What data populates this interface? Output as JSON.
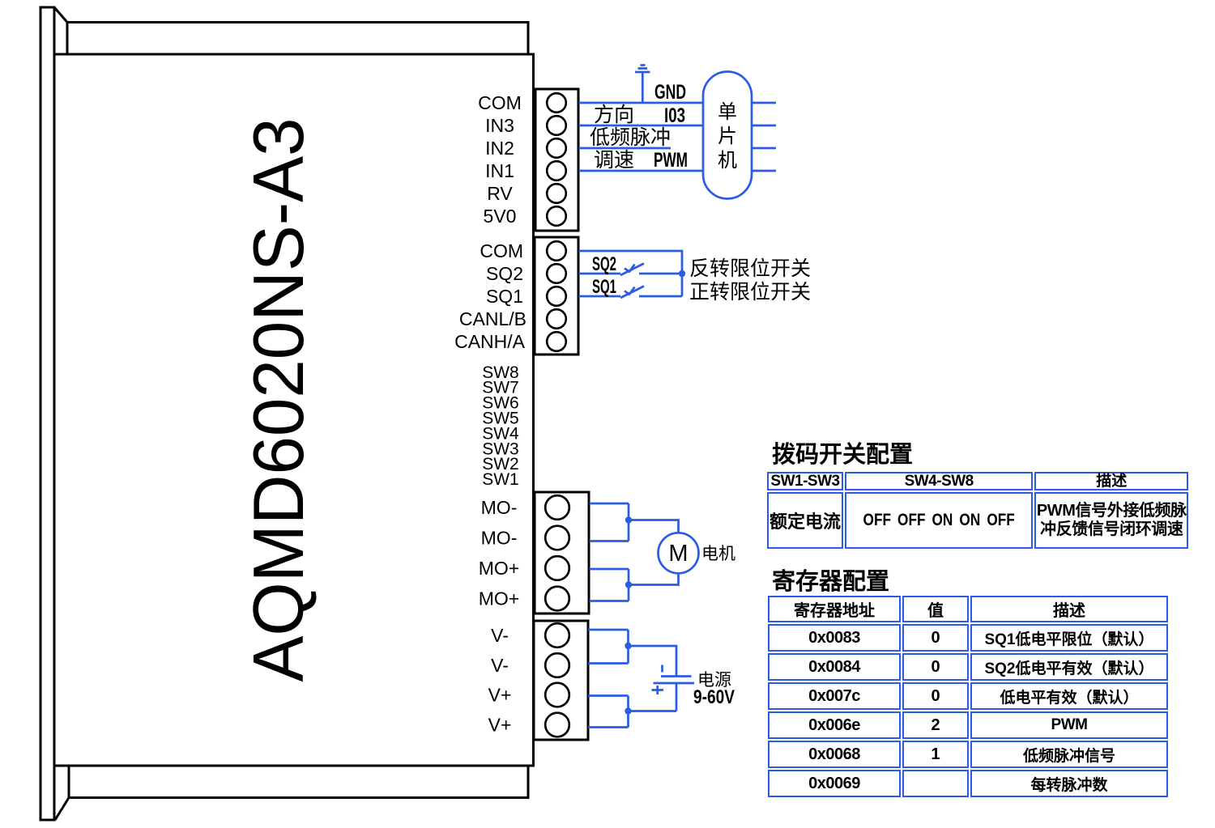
{
  "device": {
    "model": "AQMD6020NS-A3"
  },
  "terminals": {
    "group1": [
      "COM",
      "IN3",
      "IN2",
      "IN1",
      "RV",
      "5V0"
    ],
    "group2": [
      "COM",
      "SQ2",
      "SQ1",
      "CANL/B",
      "CANH/A"
    ],
    "dip": [
      "SW8",
      "SW7",
      "SW6",
      "SW5",
      "SW4",
      "SW3",
      "SW2",
      "SW1"
    ],
    "group3": [
      "MO-",
      "MO-",
      "MO+",
      "MO+"
    ],
    "group4": [
      "V-",
      "V-",
      "V+",
      "V+"
    ]
  },
  "mcu": {
    "chars": [
      "单",
      "片",
      "机"
    ],
    "pin_gnd": "GND",
    "pin_io3": "I03",
    "pin_pwm": "PWM"
  },
  "signals": {
    "direction": "方向",
    "low_freq_pulse": "低频脉冲",
    "speed": "调速"
  },
  "switches": {
    "sq2": "SQ2",
    "sq1": "SQ1",
    "reverse_limit": "反转限位开关",
    "forward_limit": "正转限位开关"
  },
  "motor": {
    "symbol": "M",
    "label": "电机"
  },
  "power": {
    "label": "电源",
    "range": "9-60V",
    "plus": "+",
    "minus": "-"
  },
  "dip_table": {
    "title": "拨码开关配置",
    "headers": [
      "SW1-SW3",
      "SW4-SW8",
      "描述"
    ],
    "rows": [
      [
        "额定电流",
        "OFF OFF ON ON OFF",
        "PWM信号外接低频脉冲反馈信号闭环调速"
      ]
    ]
  },
  "reg_table": {
    "title": "寄存器配置",
    "headers": [
      "寄存器地址",
      "值",
      "描述"
    ],
    "rows": [
      [
        "0x0083",
        "0",
        "SQ1低电平限位（默认）"
      ],
      [
        "0x0084",
        "0",
        "SQ2低电平有效（默认）"
      ],
      [
        "0x007c",
        "0",
        "低电平有效（默认）"
      ],
      [
        "0x006e",
        "2",
        "PWM"
      ],
      [
        "0x0068",
        "1",
        "低频脉冲信号"
      ],
      [
        "0x0069",
        "",
        "每转脉冲数"
      ]
    ]
  },
  "colors": {
    "wire_blue": "#2a5ce4",
    "black": "#000000"
  }
}
